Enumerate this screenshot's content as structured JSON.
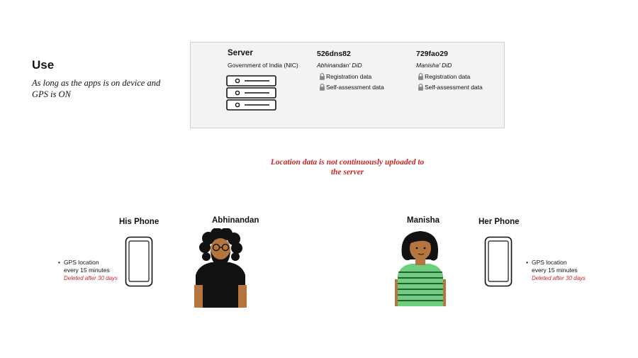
{
  "heading": {
    "title": "Use",
    "subtitle": "As long as the apps is on device and GPS is ON"
  },
  "server": {
    "title": "Server",
    "subtitle": "Government of India (NIC)",
    "entries": [
      {
        "id": "526dns82",
        "owner": "Abhinandan' DiD",
        "items": [
          "Registration data",
          "Self-assessment data"
        ]
      },
      {
        "id": "729fao29",
        "owner": "Manisha' DiD",
        "items": [
          "Registration data",
          "Self-assessment data"
        ]
      }
    ]
  },
  "notice": "Location data is not continuously uploaded to the server",
  "left": {
    "phone_label": "His Phone",
    "person_name": "Abhinandan",
    "gps_line1": "GPS location",
    "gps_line2": "every 15 minutes",
    "deleted": "Deleted after 30 days"
  },
  "right": {
    "phone_label": "Her Phone",
    "person_name": "Manisha",
    "gps_line1": "GPS location",
    "gps_line2": "every 15 minutes",
    "deleted": "Deleted after 30 days"
  },
  "colors": {
    "accent_red": "#c62828",
    "shirt_green": "#6ccf7d",
    "skin_brown": "#b5753f"
  }
}
